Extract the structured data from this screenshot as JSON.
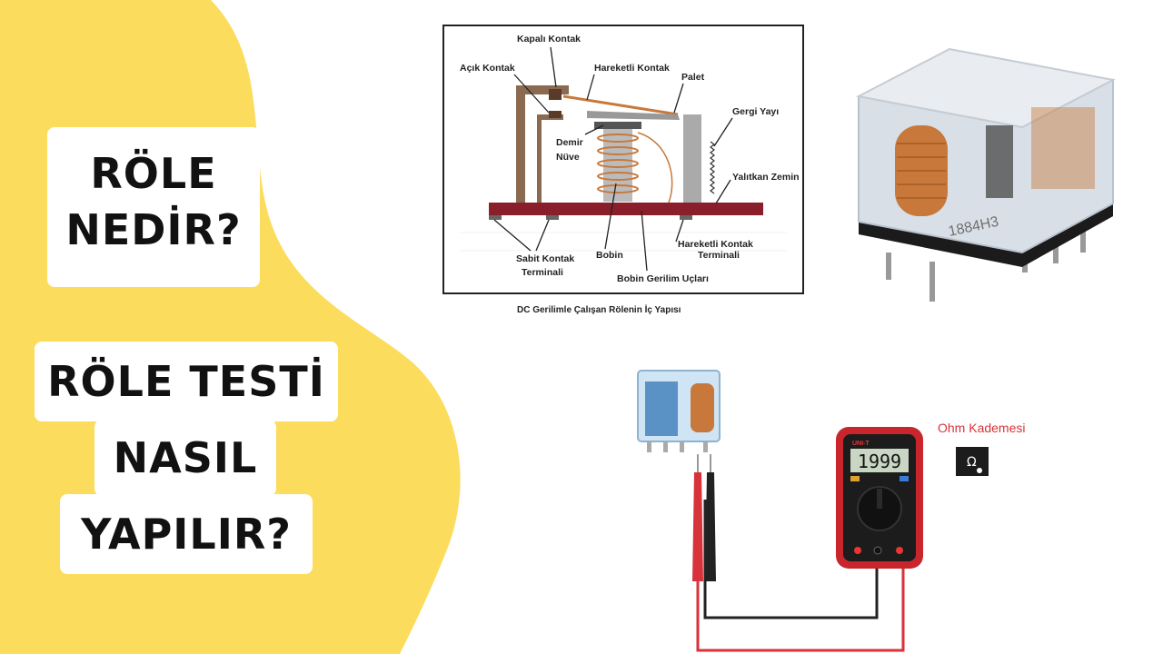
{
  "left_titles": {
    "q1_line1": "RÖLE",
    "q1_line2": "NEDİR?",
    "q2_line1": "RÖLE TESTİ",
    "q2_line2": "NASIL",
    "q2_line3": "YAPILIR?"
  },
  "diagram": {
    "labels": {
      "kapali_kontak": "Kapalı Kontak",
      "acik_kontak": "Açık Kontak",
      "hareketli_kontak": "Hareketli Kontak",
      "palet": "Palet",
      "gergi_yayi": "Gergi Yayı",
      "demir": "Demir",
      "nuve": "Nüve",
      "yalitkan_zemin": "Yalıtkan Zemin",
      "sabit_kontak": "Sabit Kontak",
      "terminali": "Terminali",
      "bobin": "Bobin",
      "hareketli_kontak_term1": "Hareketli Kontak",
      "hareketli_kontak_term2": "Terminali",
      "bobin_gerilim": "Bobin Gerilim Uçları"
    },
    "caption": "DC Gerilimle Çalışan Rölenin İç Yapısı"
  },
  "relay_photo": {
    "marking": "1884H3"
  },
  "multimeter": {
    "display": "1999",
    "brand": "UNI-T",
    "callout": "Ohm Kademesi",
    "ohm_symbol": "Ω"
  },
  "colors": {
    "yellow_bg": "#FCDC5C",
    "probe_red": "#D8323A",
    "probe_black": "#222222",
    "meter_red": "#C8262C",
    "base_bar": "#8B1E2B"
  }
}
